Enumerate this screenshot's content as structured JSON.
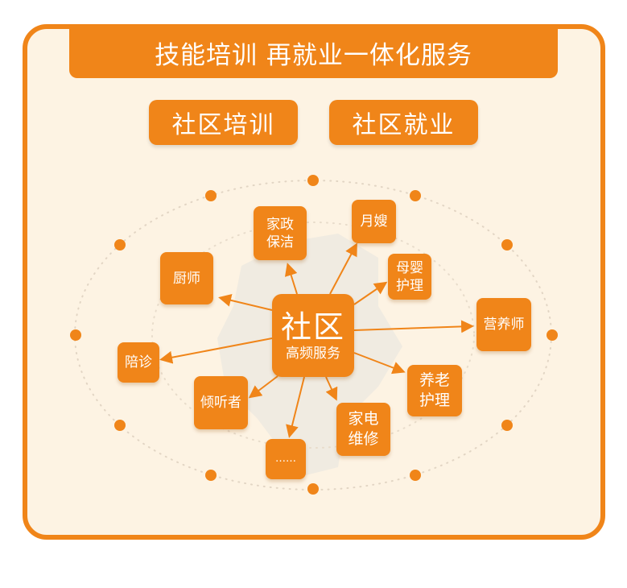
{
  "title": "技能培训 再就业一体化服务",
  "buttons": [
    "社区培训",
    "社区就业"
  ],
  "center": {
    "title": "社区",
    "subtitle": "高频服务"
  },
  "nodes": {
    "housekeeping": [
      "家政",
      "保洁"
    ],
    "maternity": "月嫂",
    "infant_care": [
      "母婴",
      "护理"
    ],
    "chef": "厨师",
    "nutritionist": "营养师",
    "escort": "陪诊",
    "elderly_care": [
      "养老",
      "护理"
    ],
    "listener": "倾听者",
    "appliance_repair": [
      "家电",
      "维修"
    ],
    "more": "……"
  },
  "colors": {
    "accent": "#f08519",
    "background": "#fdf3e3"
  }
}
